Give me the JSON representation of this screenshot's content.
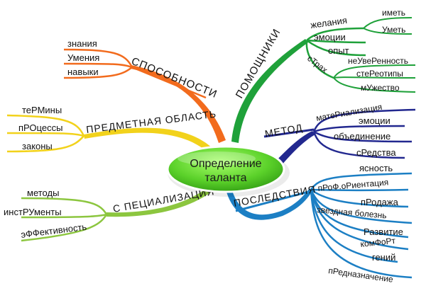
{
  "center": {
    "line1": "Определение",
    "line2": "таланта"
  },
  "colors": {
    "orange": "#f26b1d",
    "yellow": "#f2d21b",
    "lime": "#8cc63f",
    "green": "#1fa13a",
    "navy": "#22288f",
    "blue": "#1c7fc4",
    "center_fill": "#5bd12a"
  },
  "branches": {
    "sposobnosti": {
      "label": "СПОСОБНОСТИ",
      "items": [
        "знания",
        "Умения",
        "навыки"
      ]
    },
    "predmetnaya": {
      "label": "ПРЕДМЕТНАЯ ОБЛАСТЬ",
      "items": [
        "теРМины",
        "пРОцессы",
        "законы"
      ]
    },
    "specializaciya": {
      "label": "С ПЕЦИАЛИЗАЦИЯ",
      "items": [
        "методы",
        "инстРУменты",
        "эФФективность"
      ]
    },
    "pomoshniki": {
      "label": "ПОМОЩНИКИ",
      "groups": {
        "zhelaniya": {
          "label": "желания",
          "items": [
            "иметь",
            "Уметь"
          ]
        },
        "emocii": "эмоции",
        "opyt": "опыт",
        "strah": {
          "label": "сТрах",
          "items": [
            "неУвеРенность",
            "стеРеотипы",
            "мУжество"
          ]
        }
      }
    },
    "metod": {
      "label": "МЕТОД",
      "items": [
        "матеРиализация",
        "эмоции",
        "объединение",
        "сРедства"
      ]
    },
    "posledstviya": {
      "label": "ПОСЛЕДСТВИЯ",
      "items": [
        "ясность",
        "пРоФ.оРиентация",
        "пРодажа",
        "звездная болезнь",
        "Развитие",
        "комФоРт",
        "гений",
        "пРедназначение"
      ]
    }
  }
}
